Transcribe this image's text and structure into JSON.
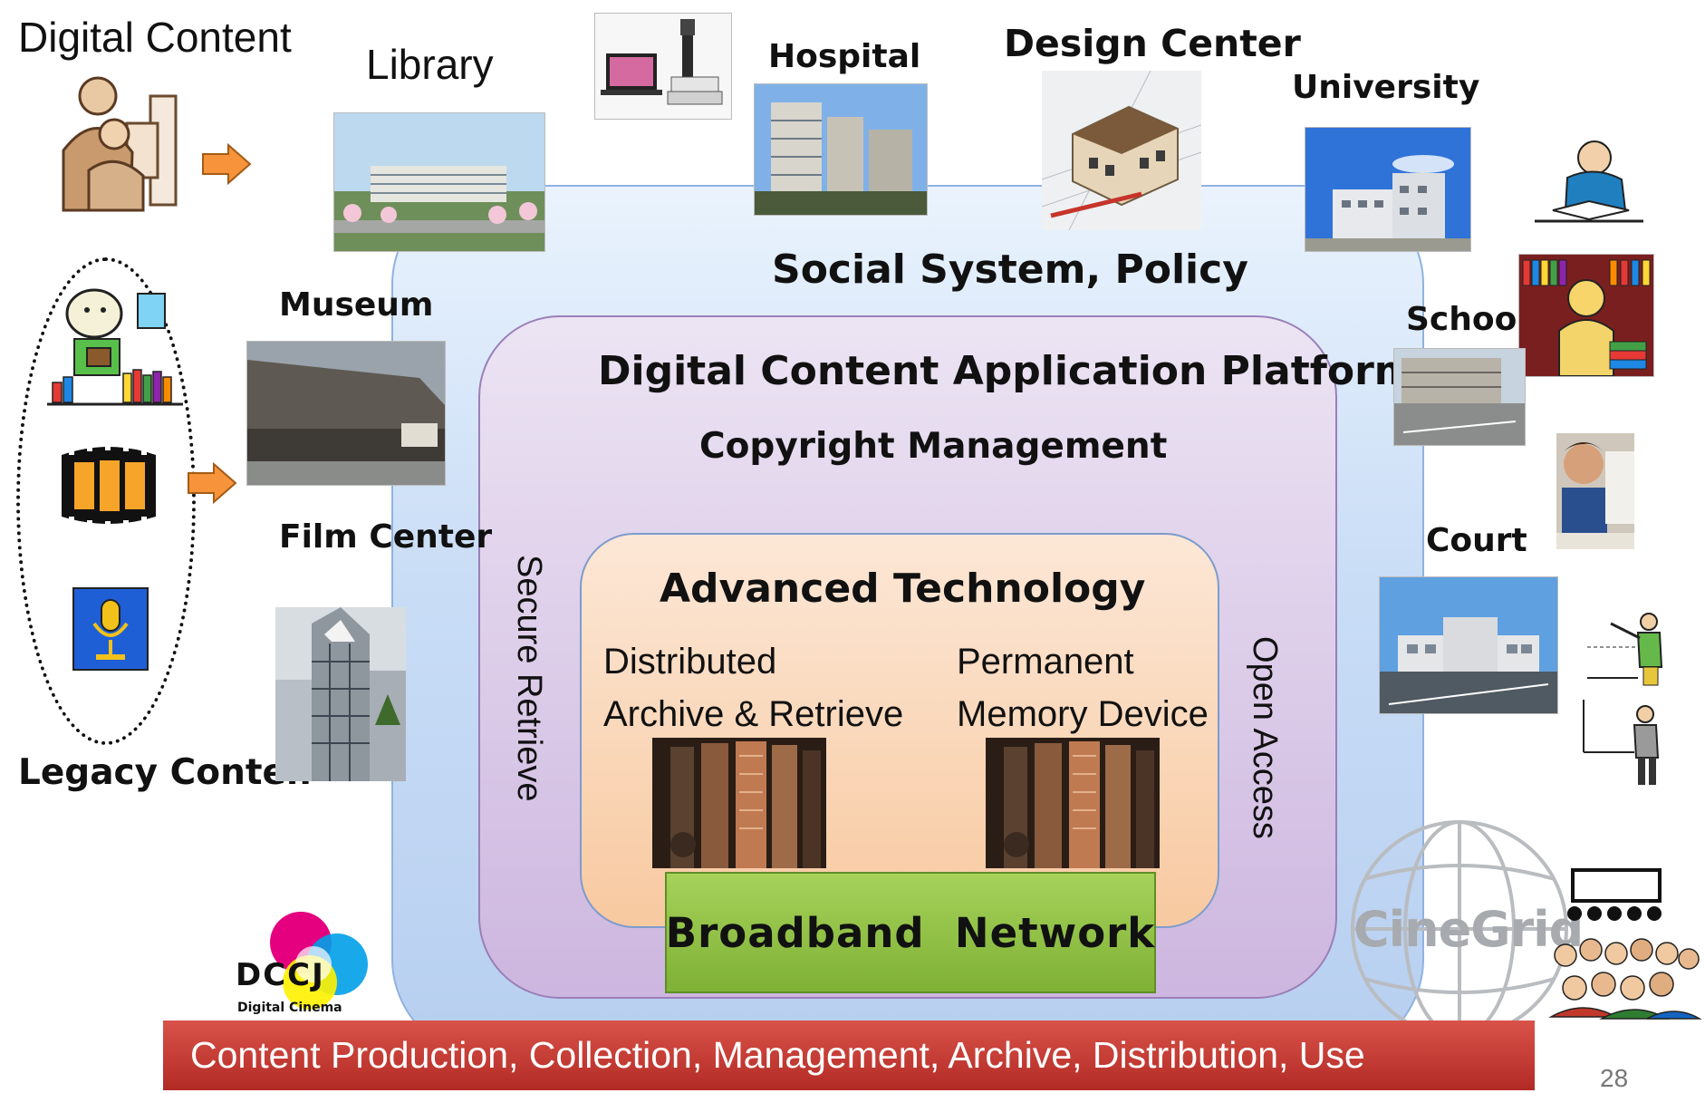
{
  "labels": {
    "digital_content": "Digital Content",
    "legacy_content": "Legacy Conten",
    "library": "Library",
    "hospital": "Hospital",
    "design_center": "Design Center",
    "university": "University",
    "museum": "Museum",
    "film_center": "Film Center",
    "school": "School",
    "court": "Court"
  },
  "layers": {
    "social": "Social System, Policy",
    "platform": "Digital Content Application Platform",
    "copyright": "Copyright Management",
    "secure_retrieve": "Secure Retrieve",
    "open_access": "Open Access",
    "advanced": "Advanced Technology",
    "distributed_line1": "Distributed",
    "distributed_line2": "Archive & Retrieve",
    "permanent_line1": "Permanent",
    "permanent_line2": "Memory Device",
    "broadband": "Broadband  Network"
  },
  "bottom_bar": "Content Production, Collection, Management, Archive, Distribution, Use",
  "logos": {
    "dccj": "DCCJ",
    "dccj_sub": "Digital Cinema",
    "cinegrid": "CineGrid"
  },
  "page_number": "28",
  "colors": {
    "social_fill": "#c9ddf6",
    "platform_fill": "#cdb6df",
    "advanced_fill": "#f8c9a0",
    "broadband_fill": "#8cc13f",
    "bottom_bar_fill": "#c0392b",
    "arrow": "#f7933b"
  }
}
